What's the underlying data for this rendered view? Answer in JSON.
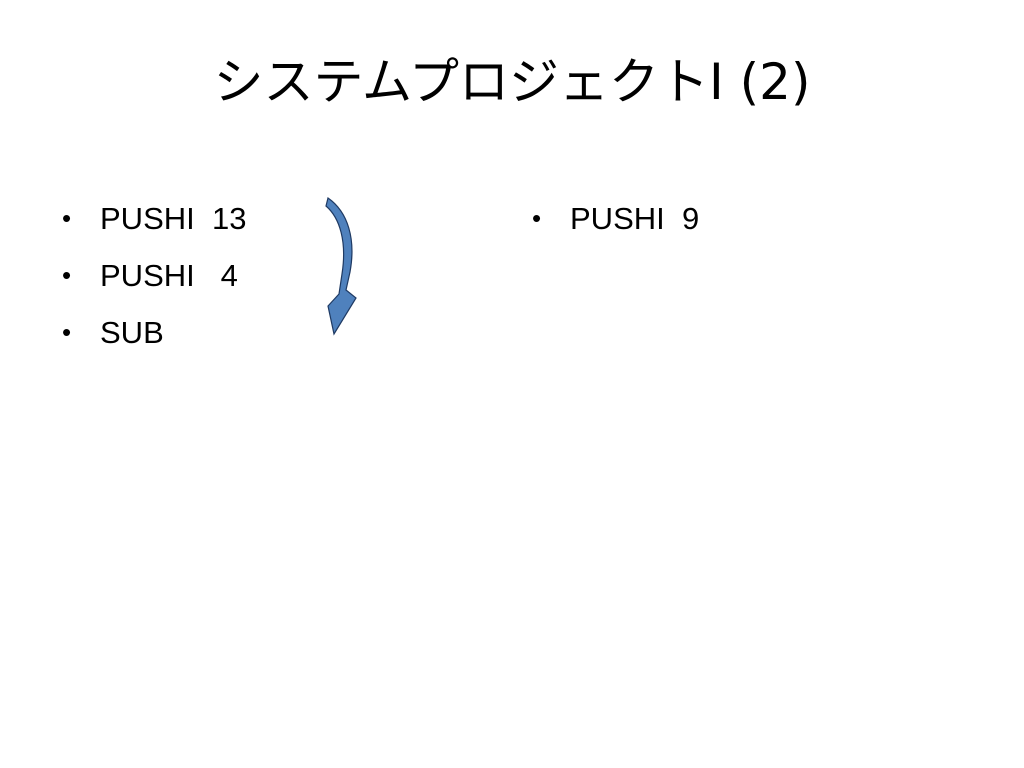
{
  "slide": {
    "title": "システムプロジェクトⅠ (2)",
    "bullet_symbol": "•",
    "left_column": {
      "items": [
        {
          "text": "PUSHI  13"
        },
        {
          "text": "PUSHI   4"
        },
        {
          "text": "SUB"
        }
      ]
    },
    "right_column": {
      "items": [
        {
          "text": "PUSHI  9"
        }
      ]
    },
    "arrow": {
      "icon": "curved-down-arrow-icon",
      "fill_color": "#4F81BD",
      "stroke_color": "#1F3A63"
    }
  }
}
